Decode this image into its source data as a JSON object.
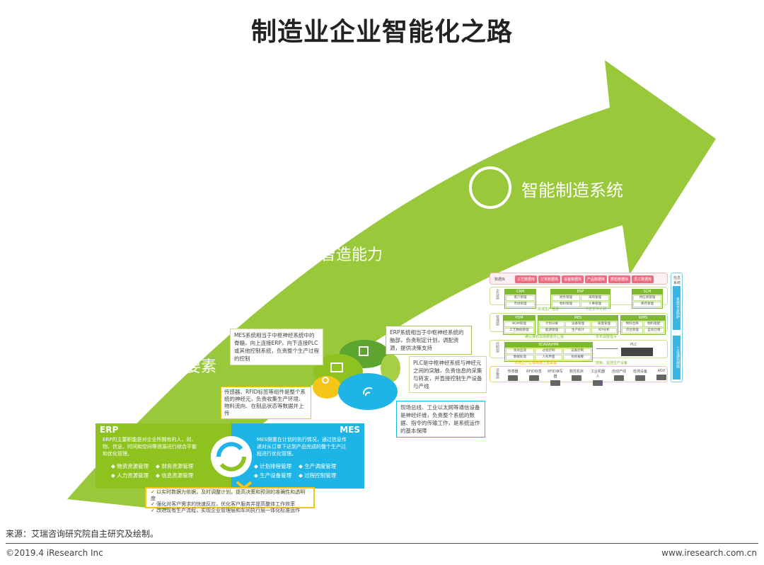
{
  "title": "制造业企业智能化之路",
  "stages": [
    "智造要素",
    "智造能力",
    "智能制造系统"
  ],
  "colors": {
    "arrow": "#99c93a",
    "erp": "#8dc21f",
    "mes": "#1fb4e6",
    "yellow": "#f5c518",
    "db_pill": "#ec6d81"
  },
  "brain_callouts": {
    "mes": "MES系统相当于中枢神经系统中的脊髓，向上连接ERP，向下连接PLC或其他控制系统，负责整个生产过程的控制",
    "erp": "ERP系统相当于中枢神经系统的脑部，负责制定计划，调配资源，提供决策支持",
    "plc": "PLC是中枢神经系统与神经元之间的突触，负责信息的采集与转发，并直接控制生产设备与产线",
    "sensor": "传感器、RFID标签等组件是整个系统的神经元，负责收集生产环境、物料流向、在制品状态等数据并上传",
    "network": "现场总线、工业以太网等通信设备是神经纤维，负责整个系统的数据、指令的传输工作，是系统运作的基本保障"
  },
  "erp_panel": {
    "title": "ERP",
    "desc": "ERP的主要职能是对企业所拥有的人、财、物、信息、时间和空间等资源进行综合平衡和优化管理。",
    "items": [
      "物资资源管理",
      "财务资源管理",
      "人力资源管理",
      "信息资源管理"
    ]
  },
  "mes_panel": {
    "title": "MES",
    "desc": "MES侧重在计划的执行情况，通过信息传递对从订单下达到产品完成的整个生产过程进行优化管理。",
    "items": [
      "计划排程管理",
      "生产调度管理",
      "生产设备管理",
      "过程控制管理"
    ]
  },
  "benefits": [
    "以实时数据为依据，及时调整计划，提高决策和预测的准确性和透明度",
    "强化对客户需求的快速反应，优化客户服务并提高整体工作效率",
    "改进现有生产流程，实现企业管理层和车间执行层一体化标准运作"
  ],
  "diagram": {
    "db_label": "数据库",
    "db": [
      "工艺数据库",
      "订单数据库",
      "设备数据库",
      "产品数据库",
      "质检数据库",
      "员工数据库"
    ],
    "layers": [
      "企业层",
      "管理层",
      "控制层",
      "设备层"
    ],
    "crm": {
      "name": "CRM",
      "items": [
        "客户管理",
        "市场管理"
      ]
    },
    "erp": {
      "name": "ERP",
      "items": [
        "财务管理",
        "采购管理",
        "物料管理",
        "人事管理"
      ]
    },
    "scm": {
      "name": "SCM",
      "items": [
        "供应商管理",
        "库存管理"
      ]
    },
    "pdm": {
      "name": "PDM",
      "items": [
        "BOM管理",
        "工艺数据管理"
      ]
    },
    "mes": {
      "name": "MES",
      "items": [
        "计划分解",
        "设备管理",
        "质量管理",
        "能源管理",
        "生产统计",
        "KPI分析"
      ]
    },
    "wms": {
      "name": "WMS",
      "items": [
        "物料出库",
        "物料搭配",
        "货位管理",
        "自动仓储"
      ]
    },
    "scada": {
      "name": "SCADA/HMI",
      "items": [
        "现场监测",
        "过程控制",
        "设备控制",
        "数据处理",
        "人机界面",
        "系统报警"
      ]
    },
    "plc": "PLC",
    "arrows": [
      "反馈生产信息",
      "下达工作计划",
      "确认接收现场数据并汇报",
      "发布调度指令",
      "现场生产过程数据上报采集",
      "控制、监测生产设备"
    ],
    "devices": [
      "传感器",
      "RFID标签",
      "RFID读写器",
      "数控机床",
      "工业机器人",
      "自动产线",
      "检测设备",
      "AGV"
    ],
    "side_title": "信息系统",
    "side_bars": [
      "系统安全防护",
      "工业通讯网络"
    ]
  },
  "footer": {
    "source": "来源：艾瑞咨询研究院自主研究及绘制。",
    "copyright": "©2019.4 iResearch Inc",
    "url": "www.iresearch.com.cn"
  }
}
